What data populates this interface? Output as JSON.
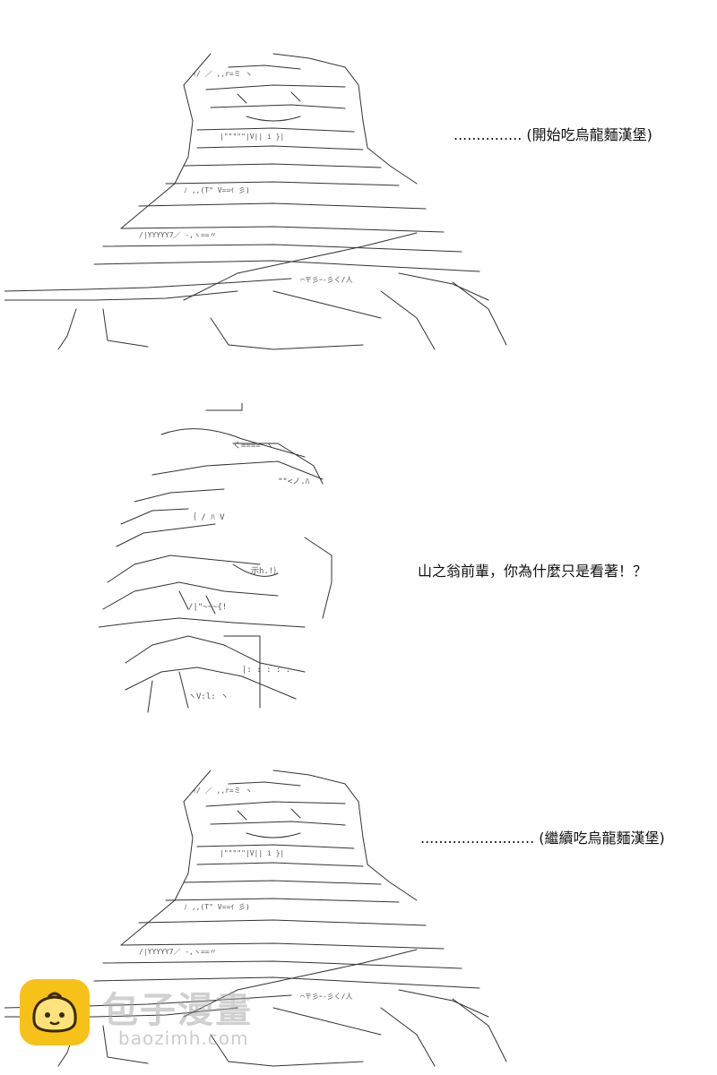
{
  "panels": [
    {
      "caption": "............... (開始吃烏龍麵漢堡)"
    },
    {
      "caption": "山之翁前輩，你為什麼只是看著！？"
    },
    {
      "caption": "......................... (繼續吃烏龍麵漢堡)"
    }
  ],
  "watermark": {
    "title": "包子漫畫",
    "url": "baozimh.com",
    "logo_color": "#f6c21a"
  },
  "icons": {
    "art": "ascii-art-figure",
    "logo": "bun-mascot-icon"
  }
}
